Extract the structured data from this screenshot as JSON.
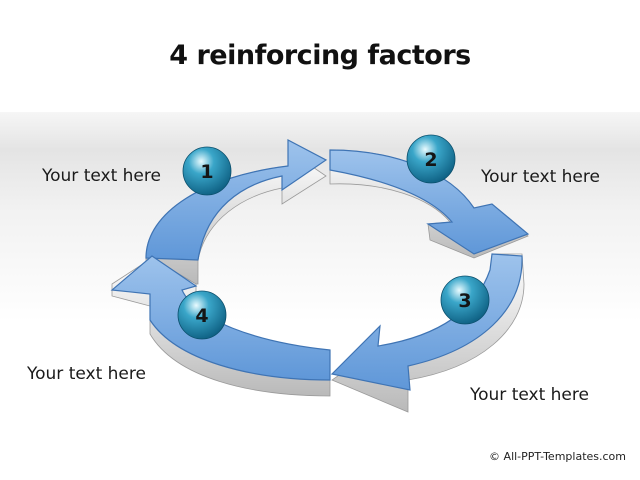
{
  "title": "4 reinforcing factors",
  "factors": [
    {
      "number": "1",
      "text": "Your text here"
    },
    {
      "number": "2",
      "text": "Your text here"
    },
    {
      "number": "3",
      "text": "Your text here"
    },
    {
      "number": "4",
      "text": "Your text here"
    }
  ],
  "credit": "© All-PPT-Templates.com",
  "colors": {
    "arrow_top": "#9ec3ec",
    "arrow_main": "#5f97d8",
    "arrow_edge": "#3f74b4",
    "ball_main": "#3aa6c9",
    "ball_dark": "#0c5d80",
    "side_light": "#ffffff",
    "side_dark": "#b9b9b9"
  }
}
